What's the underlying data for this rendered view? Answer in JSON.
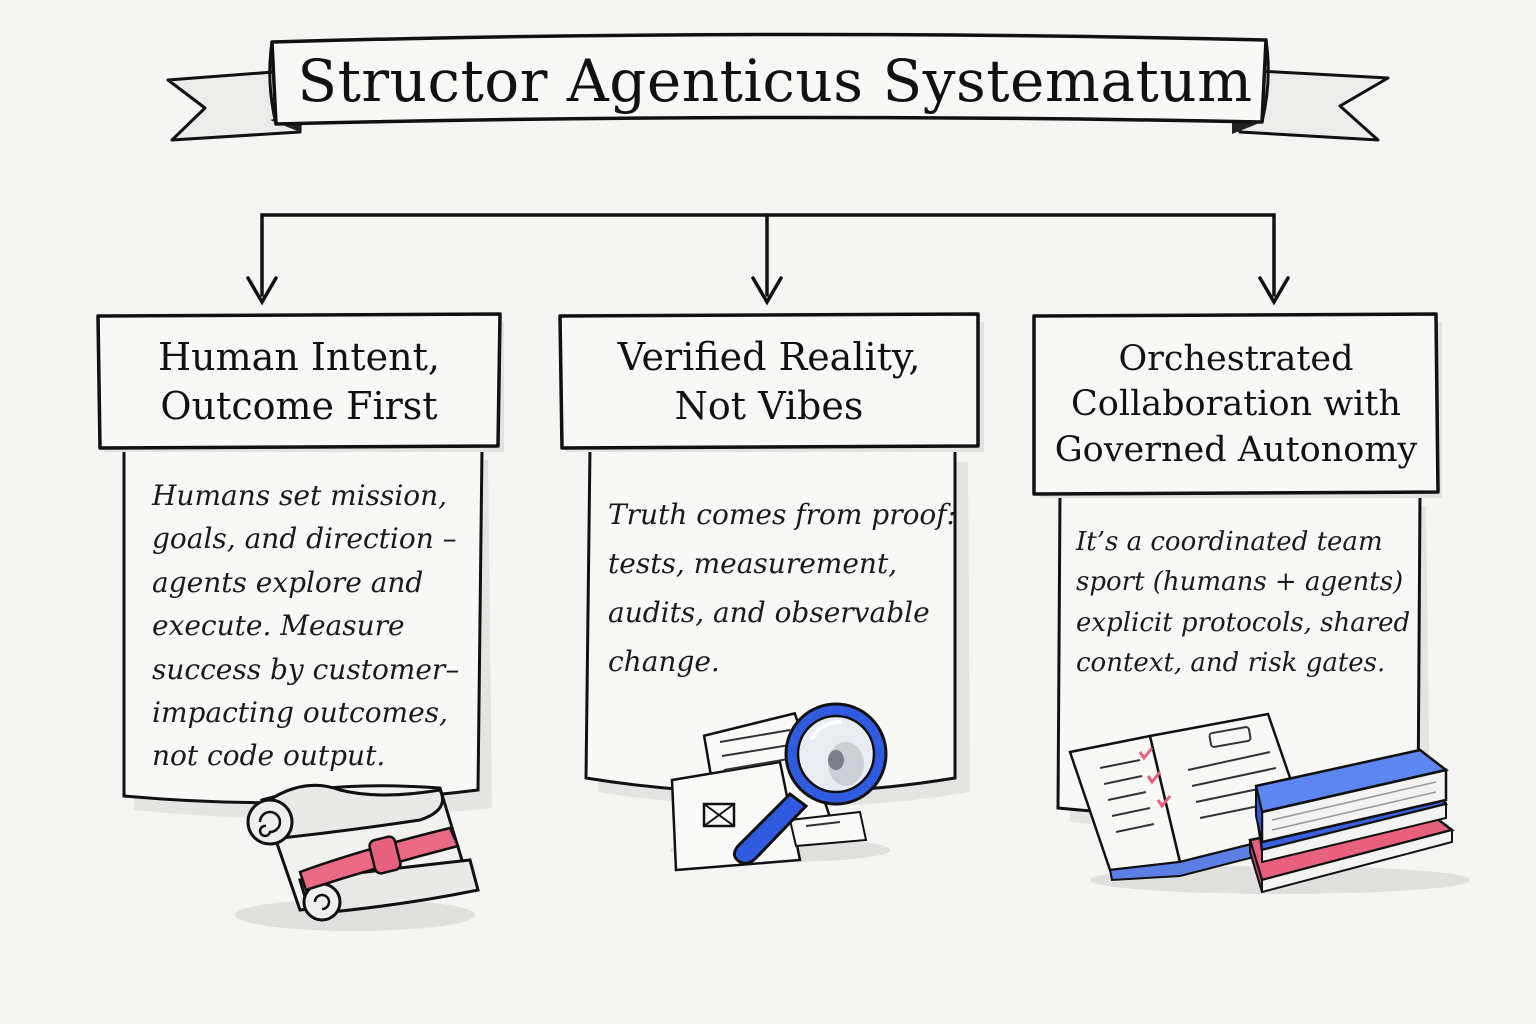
{
  "banner": {
    "title": "Structor Agenticus Systematum"
  },
  "columns": [
    {
      "title_lines": [
        "Human Intent,",
        "Outcome First"
      ],
      "body_lines": [
        "Humans set mission,",
        "goals, and direction –",
        "agents explore and",
        "execute. Measure",
        "success by customer–",
        "impacting outcomes,",
        "not code output."
      ],
      "illustration": "scroll-icon"
    },
    {
      "title_lines": [
        "Verified Reality,",
        "Not Vibes"
      ],
      "body_lines": [
        "Truth comes from proof:",
        "tests, measurement,",
        "audits, and observable",
        "change."
      ],
      "illustration": "magnifying-glass-icon"
    },
    {
      "title_lines": [
        "Orchestrated",
        "Collaboration with",
        "Governed Autonomy"
      ],
      "body_lines": [
        "It’s a coordinated team",
        "sport (humans + agents)",
        "explicit protocols, shared",
        "context, and risk gates."
      ],
      "illustration": "books-icon"
    }
  ],
  "colors": {
    "ink": "#111111",
    "paper": "#f7f7f5",
    "blue": "#2f5be0",
    "pink": "#e8607f"
  }
}
